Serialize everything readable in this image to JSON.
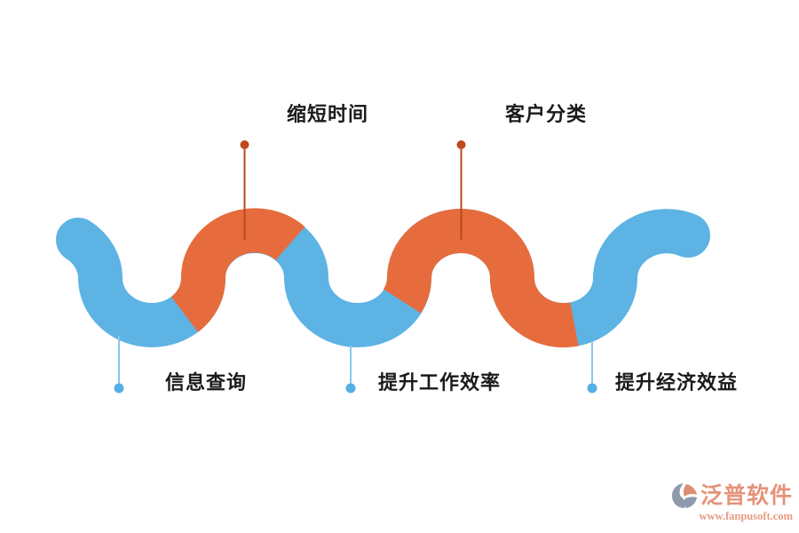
{
  "diagram": {
    "top_labels": [
      {
        "text": "缩短时间"
      },
      {
        "text": "客户分类"
      }
    ],
    "bottom_labels": [
      {
        "text": "信息查询"
      },
      {
        "text": "提升工作效率"
      },
      {
        "text": "提升经济效益"
      }
    ],
    "colors": {
      "wave_blue": "#5db3e4",
      "wave_orange": "#e66c3e",
      "top_connector_line": "#b84a1e",
      "top_connector_dot": "#c0491c",
      "bottom_connector_line": "#8ac7ed",
      "bottom_connector_dot": "#57b0e3",
      "label_text": "#1a1a1a"
    }
  },
  "watermark": {
    "brand": "泛普软件",
    "url": "www.fanpusoft.com",
    "colors": {
      "brand_text": "#e5937a",
      "url_text": "#e79b82",
      "icon_grey_blue": "#8e99ab",
      "icon_salmon": "#dd8e72"
    }
  }
}
